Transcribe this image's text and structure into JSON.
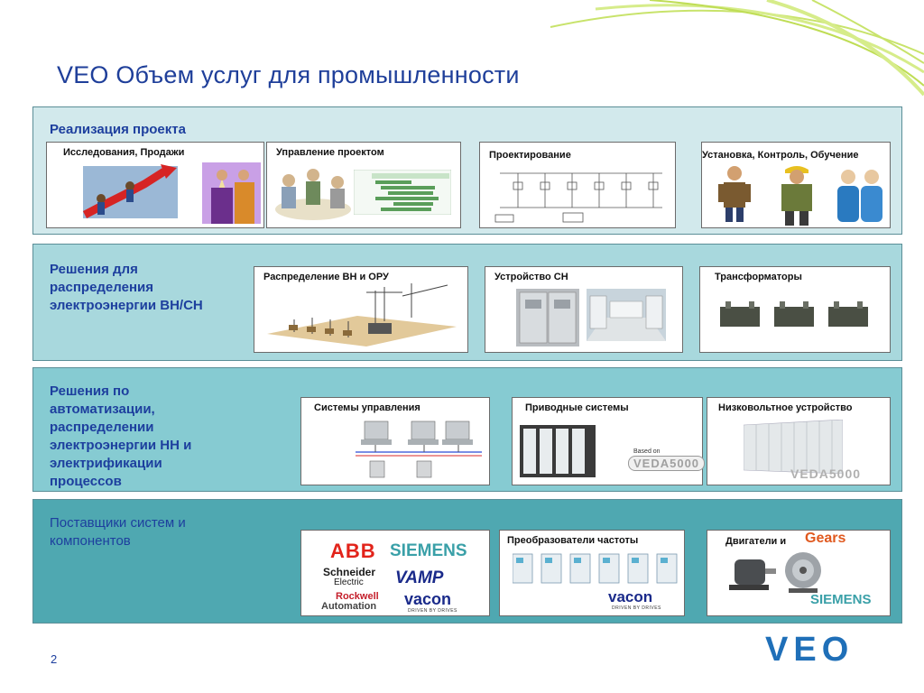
{
  "slide": {
    "title": "VEO Объем услуг для промышленности",
    "page_number": "2",
    "logo_text": "VEO"
  },
  "sections": [
    {
      "label": "Реализация проекта",
      "cards": [
        "Исследования, Продажи",
        "Управление проектом",
        "Проектирование",
        "Установка, Контроль, Обучение"
      ]
    },
    {
      "label": "Решения для распределения электроэнергии ВН/СН",
      "cards": [
        "Распределение ВН и ОРУ",
        "Устройство СН",
        "Трансформаторы"
      ]
    },
    {
      "label": "Решения по автоматизации, распределении электроэнергии НН и электрификации процессов",
      "cards": [
        "Системы управления",
        "Приводные системы",
        "Низковольтное устройство"
      ],
      "images": {
        "based_on": "Based on",
        "veda_drive": "VEDA5000",
        "veda_lv": "VEDA5000"
      }
    },
    {
      "label": "Поставщики систем и компонентов",
      "cards": [
        "",
        "Преобразователи частоты",
        "Двигатели и"
      ],
      "gears": "Gears",
      "brands": {
        "abb": "ABB",
        "siemens": "SIEMENS",
        "schneider1": "Schneider",
        "schneider2": "Electric",
        "vamp": "VAMP",
        "rockwell1": "Rockwell",
        "rockwell2": "Automation",
        "vacon": "vacon",
        "vacon_tag": "DRIVEN BY DRIVES"
      }
    }
  ],
  "colors": {
    "title": "#1f3f9a",
    "label": "#1d3f9e",
    "row1": "#d2e9ec",
    "row2": "#a8d8dd",
    "row3": "#86cbd2",
    "row4": "#4fa8b1",
    "gears": "#e0591f",
    "veo": "#1f6fb8"
  }
}
